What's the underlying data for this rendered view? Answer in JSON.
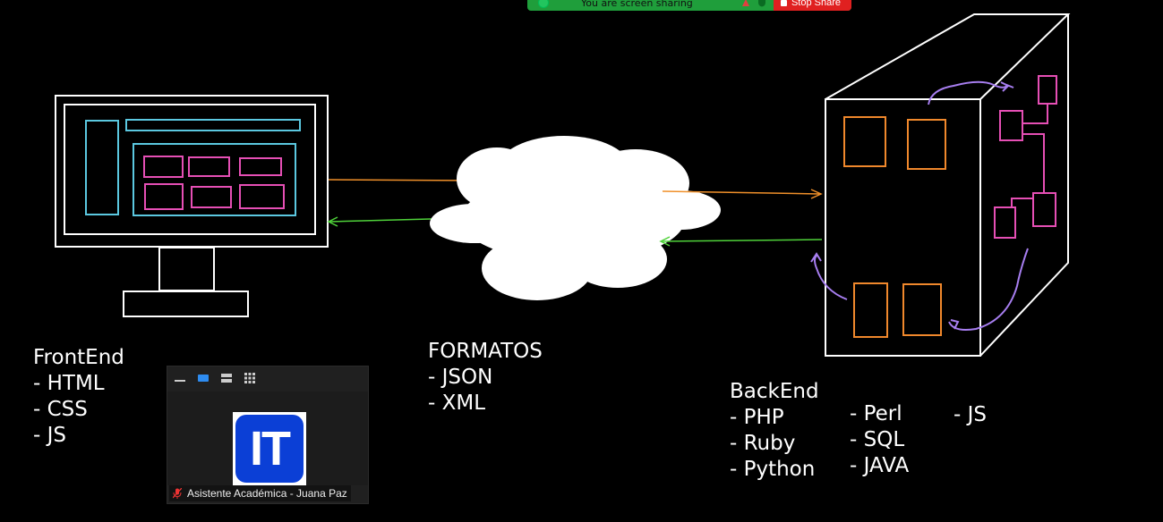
{
  "share_bar": {
    "message": "You are screen sharing",
    "stop_label": "Stop Share"
  },
  "labels": {
    "frontend": "FrontEnd\n- HTML\n- CSS\n- JS",
    "formatos": "FORMATOS\n- JSON\n- XML",
    "backend": "BackEnd\n- PHP\n- Ruby\n- Python",
    "backend_col2": "- Perl\n- SQL\n- JAVA",
    "backend_col3": "- JS"
  },
  "video_tile": {
    "avatar_text": "IT",
    "participant_name": "Asistente Académica - Juana Paz"
  },
  "colors": {
    "share_green": "#1f9e3b",
    "stop_red": "#e02020",
    "frontend_blue": "#5bc8e0",
    "frontend_pink": "#e64fb5",
    "backend_orange": "#f0882c",
    "request_arrow": "#f0902a",
    "response_arrow": "#4fd23a",
    "annotation_purple": "#a77ef0",
    "avatar_blue": "#0b3fd6"
  }
}
